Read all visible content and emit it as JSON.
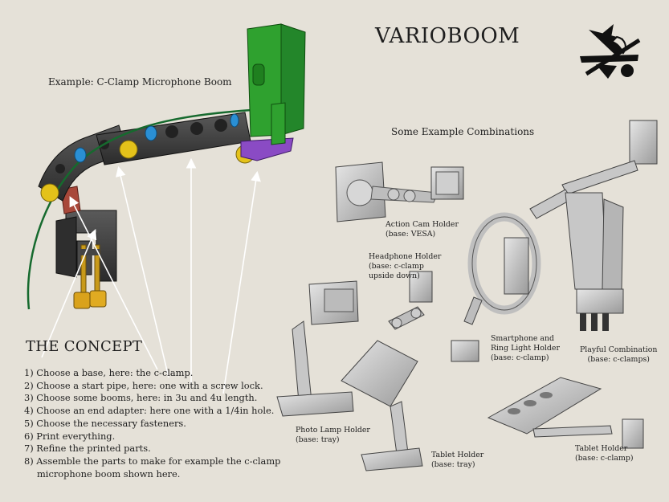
{
  "title": "VARIOBOOM",
  "example_caption": "Example: C-Clamp Microphone Boom",
  "combinations_caption": "Some Example Combinations",
  "concept": {
    "heading": "THE CONCEPT",
    "steps": [
      "1) Choose a base, here: the c-clamp.",
      "2) Choose a start pipe, here: one with a screw lock.",
      "3) Choose some booms, here: in 3u and 4u length.",
      "4) Choose an end adapter: here one with a 1/4in hole.",
      "5) Choose the necessary fasteners.",
      "6) Print everything.",
      "7) Refine the printed parts.",
      "8) Assemble the parts to make for example the c-clamp",
      "microphone boom shown here."
    ]
  },
  "labels": {
    "action_cam": [
      "Action Cam Holder",
      "(base: VESA)"
    ],
    "headphone": [
      "Headphone Holder",
      "(base: c-clamp",
      "upside down)"
    ],
    "smartphone": [
      "Smartphone and",
      "Ring Light Holder",
      "(base: c-clamp)"
    ],
    "playful": [
      "Playful Combination",
      "(base: c-clamps)"
    ],
    "photo_lamp": [
      "Photo Lamp Holder",
      "(base: tray)"
    ],
    "tablet_tray": [
      "Tablet Holder",
      "(base: tray)"
    ],
    "tablet_clamp": [
      "Tablet Holder",
      "(base: c-clamp)"
    ]
  },
  "colors": {
    "background": "#e5e1d8",
    "mount_green": "#2fa12f",
    "boom_dark": "#3e3e3e",
    "knob_yellow": "#e4c21a",
    "ring_blue": "#2a8fd4",
    "adapter_purple": "#8a4bc4",
    "start_pipe_red": "#a8483a",
    "nut_orange": "#d9a21c",
    "part_gray": "#bdbdbd"
  }
}
